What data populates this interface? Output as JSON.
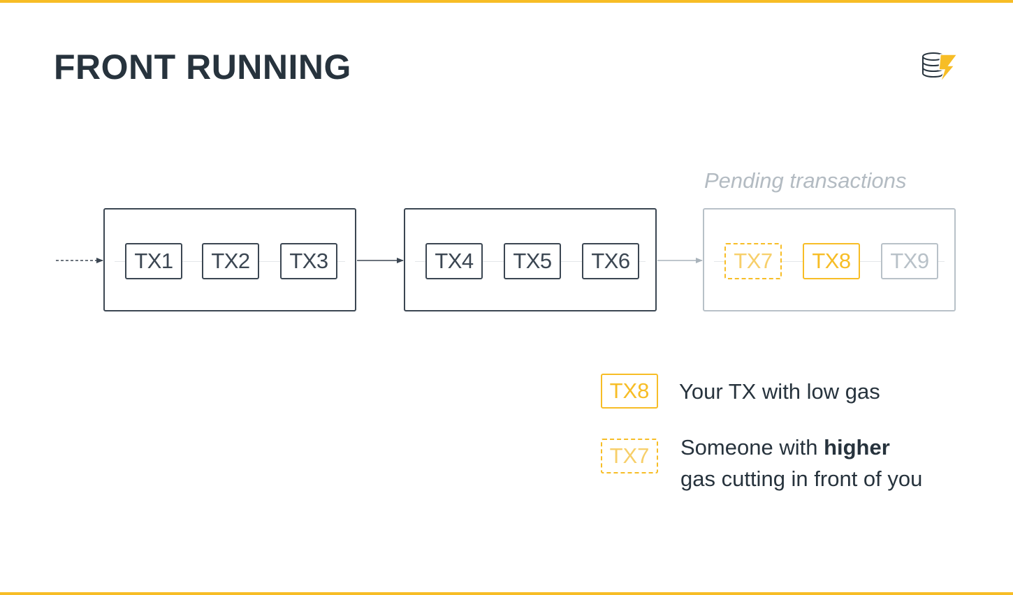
{
  "title": "FRONT RUNNING",
  "pending_caption": "Pending transactions",
  "blocks": [
    {
      "transactions": [
        "TX1",
        "TX2",
        "TX3"
      ]
    },
    {
      "transactions": [
        "TX4",
        "TX5",
        "TX6"
      ]
    },
    {
      "transactions": [
        "TX7",
        "TX8",
        "TX9"
      ]
    }
  ],
  "legend": {
    "your_tx": {
      "label": "TX8",
      "text": "Your TX with low gas"
    },
    "front_tx": {
      "label": "TX7",
      "text_before": "Someone with ",
      "text_bold": "higher",
      "text_after": "gas cutting in front of you"
    }
  },
  "colors": {
    "accent": "#f7bd26",
    "dark": "#27333d",
    "muted": "#b8c1c8"
  },
  "icons": {
    "logo": "coin-stack-lightning-icon"
  }
}
